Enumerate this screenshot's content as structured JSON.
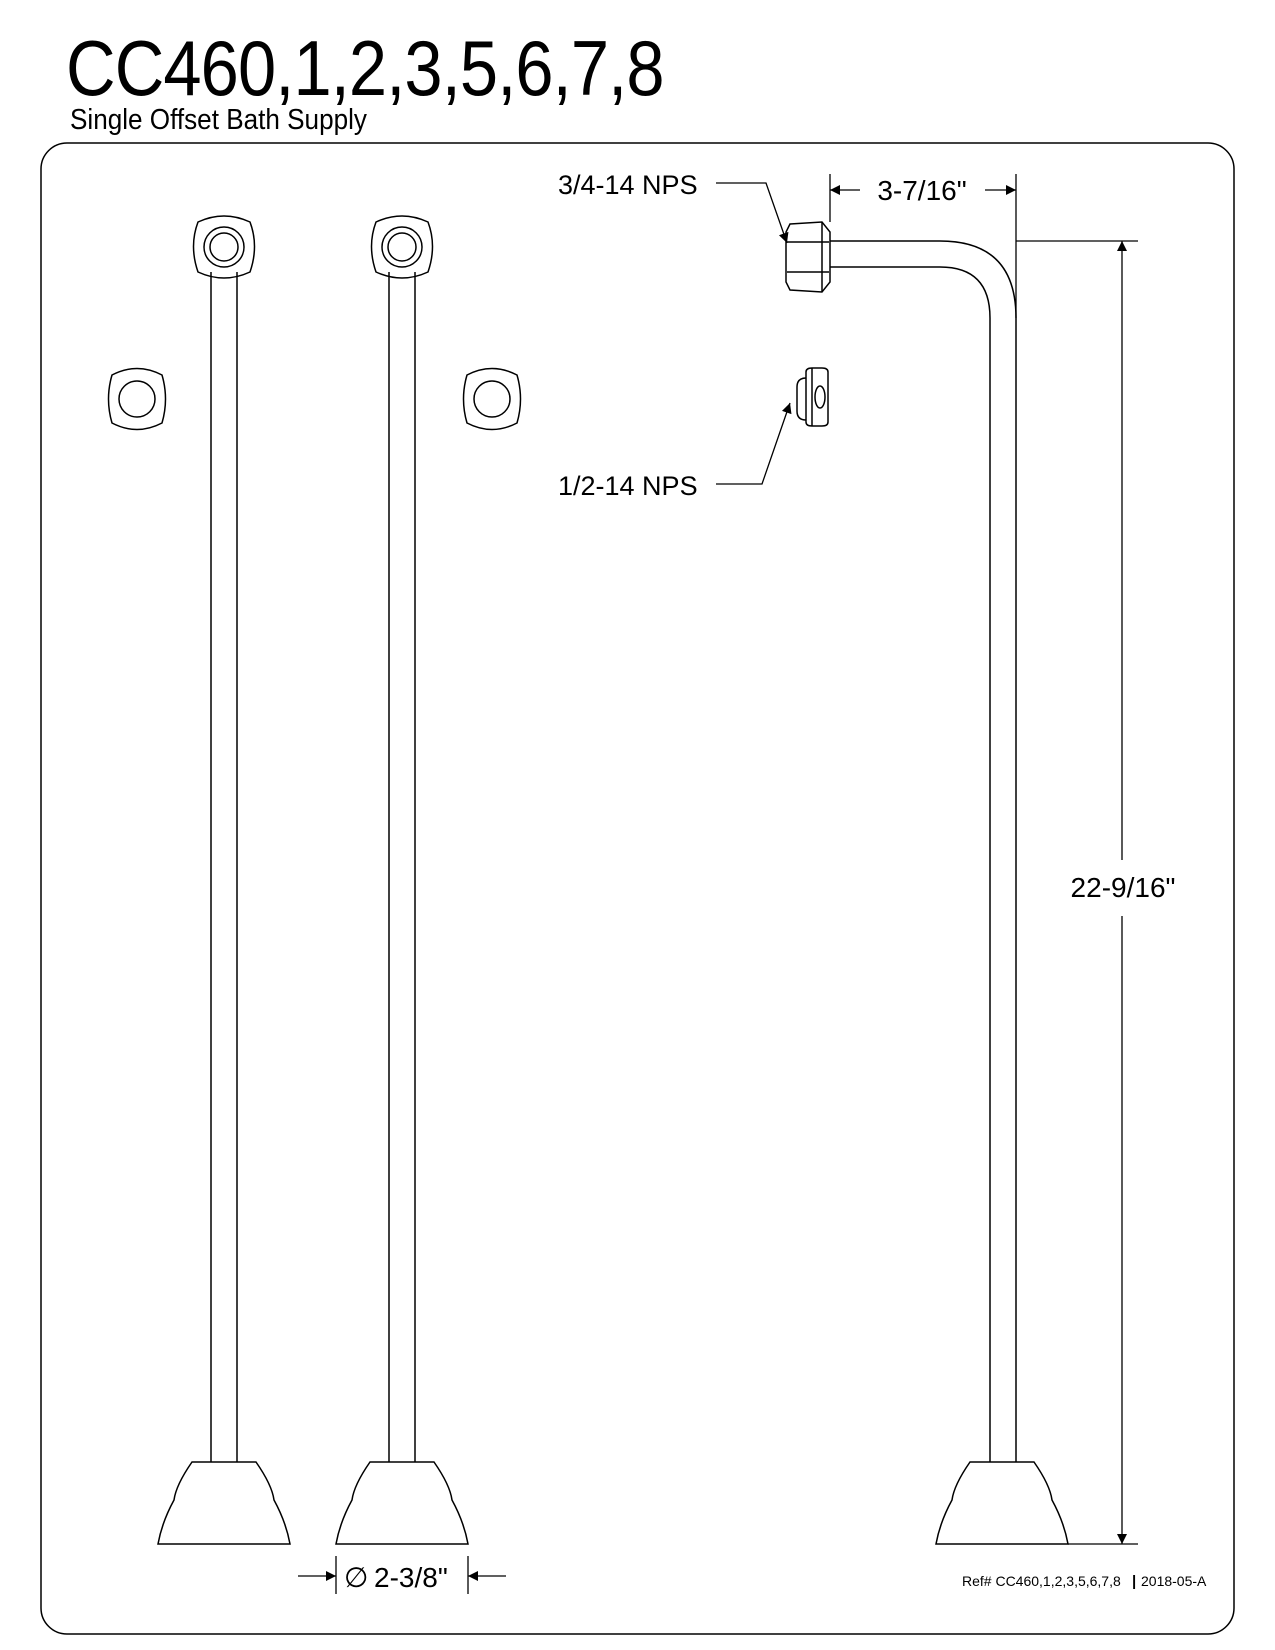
{
  "title": "CC460,1,2,3,5,6,7,8",
  "subtitle": "Single Offset Bath Supply",
  "callouts": {
    "inlet_thread": "3/4-14 NPS",
    "outlet_thread": "1/2-14 NPS"
  },
  "dimensions": {
    "offset": "3-7/16\"",
    "height": "22-9/16\"",
    "flange_diameter": "2-3/8\"",
    "diameter_symbol": "∅"
  },
  "footer": {
    "ref": "Ref# CC460,1,2,3,5,6,7,8",
    "separator": "|",
    "revision": "2018-05-A"
  },
  "colors": {
    "line": "#000000",
    "background": "#ffffff"
  }
}
